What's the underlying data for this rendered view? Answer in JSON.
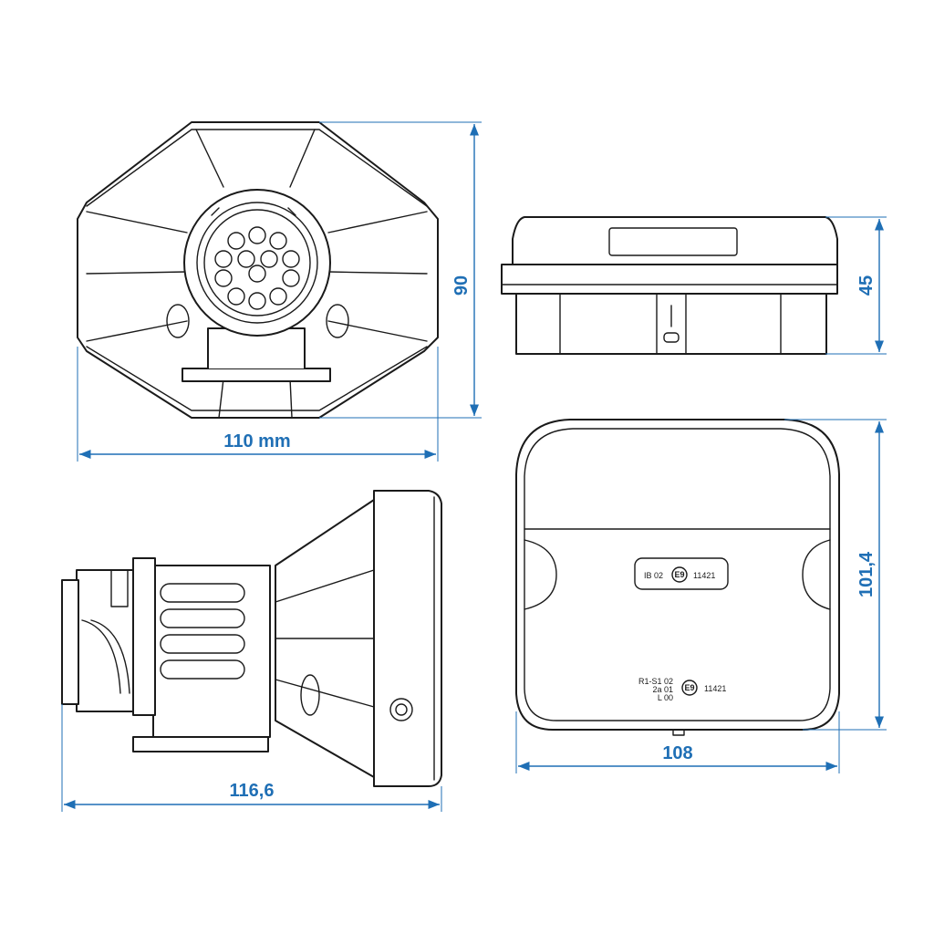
{
  "dimensions": {
    "front_width": "110 mm",
    "front_height": "90",
    "top_height": "45",
    "side_length": "116,6",
    "back_height": "101,4",
    "back_width": "108"
  },
  "markings": {
    "lid_line1_a": "IB 02",
    "lid_line1_e": "E9",
    "lid_line1_b": "11421",
    "lid_line2_a": "R1-S1 02",
    "lid_line2_b": "2a 01",
    "lid_line2_c": "L 00",
    "lid_line2_e": "E9",
    "lid_line2_d": "11421"
  },
  "colors": {
    "dimension": "#1f6fb5",
    "outline": "#1a1a1a"
  }
}
